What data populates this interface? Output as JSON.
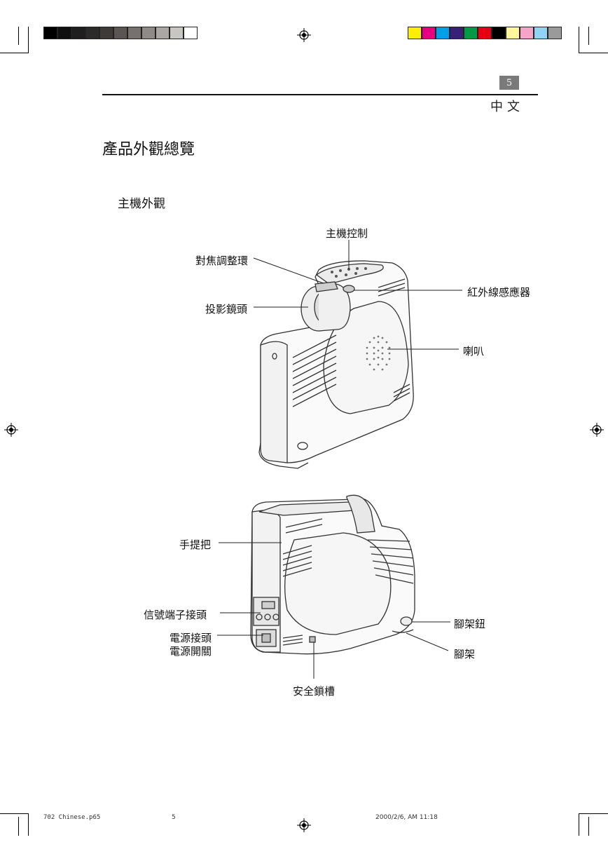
{
  "header": {
    "page_number": "5",
    "language": "中文"
  },
  "title": "產品外觀總覽",
  "section": "主機外觀",
  "front_view": {
    "labels": {
      "control": "主機控制",
      "focus_ring": "對焦調整環",
      "ir_sensor": "紅外線感應器",
      "lens": "投影鏡頭",
      "speaker": "喇叭"
    }
  },
  "rear_view": {
    "labels": {
      "handle": "手提把",
      "signal_port": "信號端子接頭",
      "power_socket": "電源接頭",
      "power_switch": "電源開關",
      "foot_button": "腳架鈕",
      "foot": "腳架",
      "security_slot": "安全鎖槽"
    }
  },
  "footer": {
    "filename": "702 Chinese.p65",
    "page": "5",
    "timestamp": "2000/2/6, AM 11:18"
  },
  "colors": {
    "grayscale_bar": [
      "#000000",
      "#101010",
      "#1e1e1e",
      "#2c2a28",
      "#3e3a38",
      "#5a5552",
      "#76716d",
      "#8f8a86",
      "#aba7a3",
      "#c9c6c2",
      "#ffffff"
    ],
    "color_bar": [
      "#ffee00",
      "#e4007f",
      "#00a0e9",
      "#3a1f7a",
      "#009944",
      "#e60012",
      "#000000",
      "#fff799",
      "#f5a3c7",
      "#8fd3f5",
      "#9a9a9a"
    ]
  }
}
